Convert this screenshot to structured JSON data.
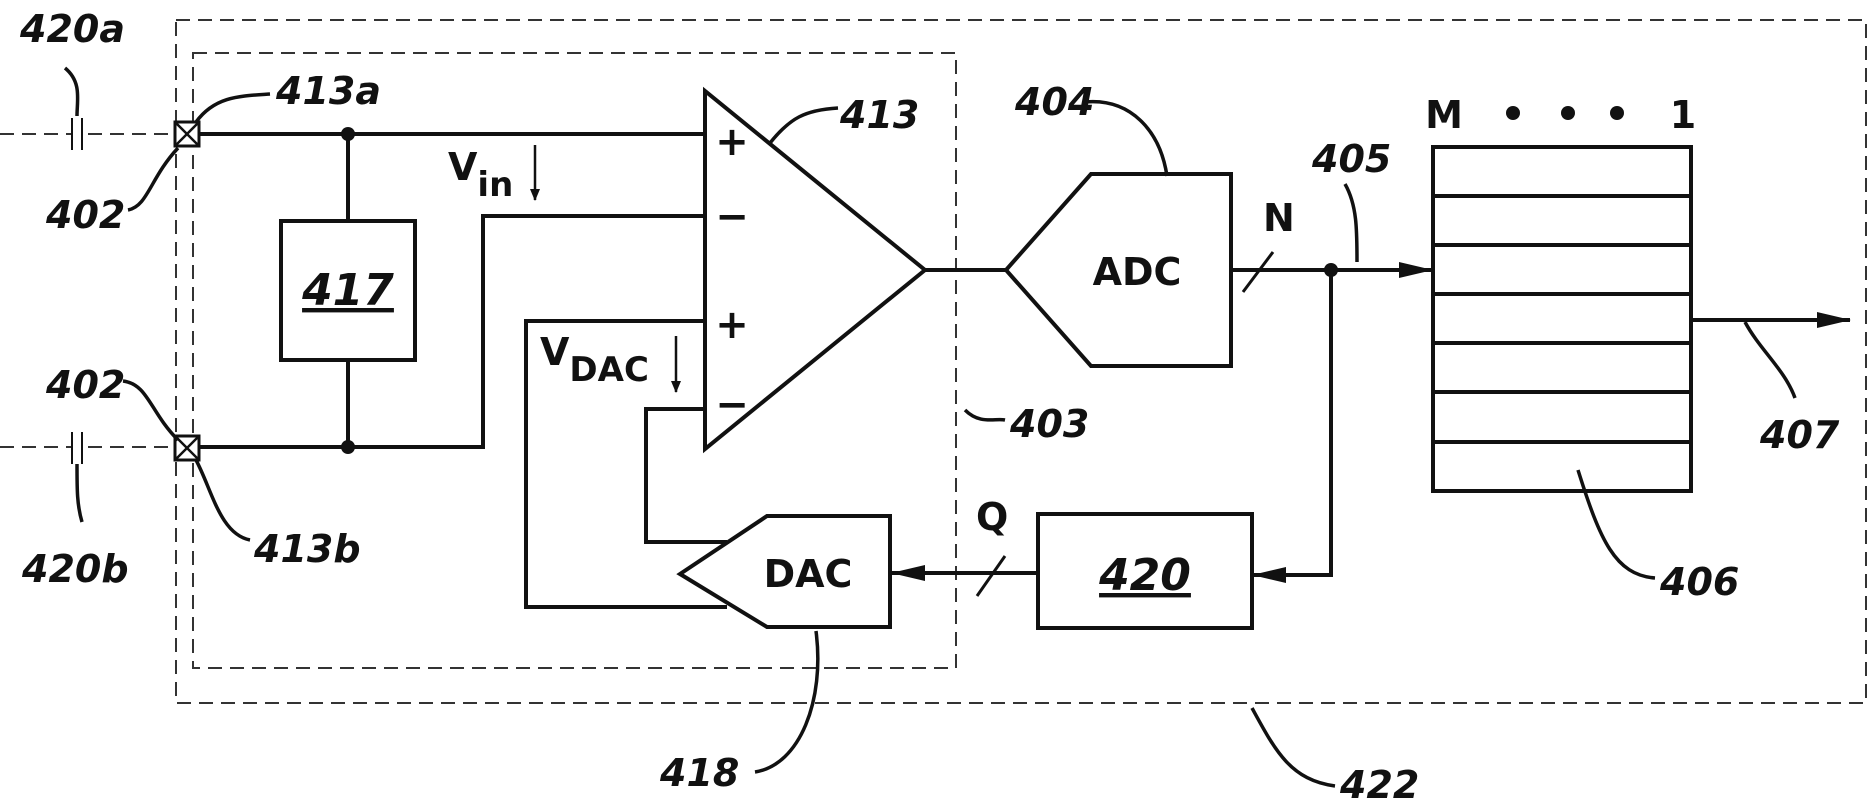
{
  "refs": {
    "r420a": "420a",
    "r420b": "420b",
    "r413a": "413a",
    "r413b": "413b",
    "r402_top": "402",
    "r402_bot": "402",
    "r413": "413",
    "r404": "404",
    "r405": "405",
    "r403": "403",
    "r406": "406",
    "r407": "407",
    "r418": "418",
    "r422": "422"
  },
  "blocks": {
    "b417": "417",
    "b420": "420",
    "adc": "ADC",
    "dac": "DAC"
  },
  "signals": {
    "v_main": "V",
    "v_in_sub": "in",
    "v_dac_sub": "DAC",
    "n": "N",
    "q": "Q",
    "m": "M",
    "one": "1"
  },
  "opamp_signs": {
    "in1_pos": "+",
    "in1_neg": "−",
    "in2_pos": "+",
    "in2_neg": "−"
  },
  "colors": {
    "ink": "#111111",
    "background": "#ffffff"
  }
}
